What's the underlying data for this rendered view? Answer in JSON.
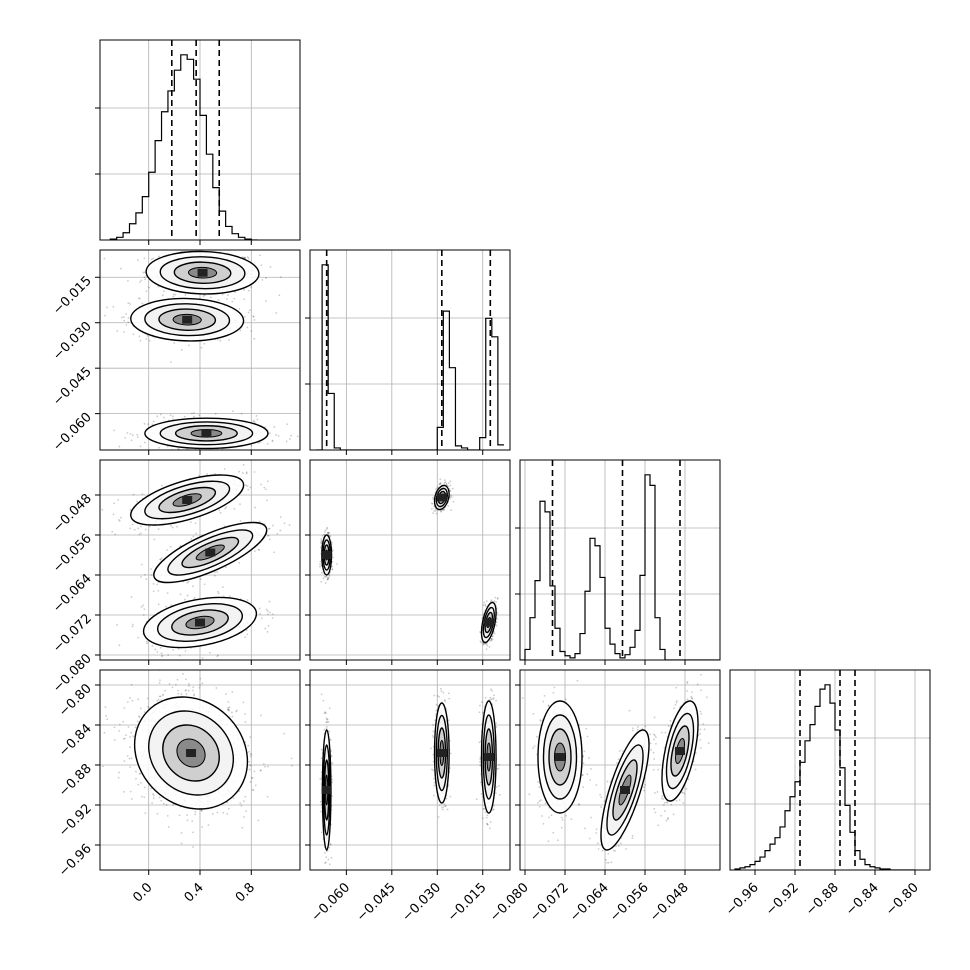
{
  "chart_data": {
    "type": "corner",
    "description_free": true,
    "parameters": 4,
    "grid": true,
    "colors": {
      "axis": "#000000",
      "grid": "#b0b0b0",
      "scatter": "#333333",
      "contour_fill_dark": "#222222"
    },
    "axes_ranges": {
      "p0": [
        -0.38,
        1.18
      ],
      "p1": [
        -0.072,
        -0.006
      ],
      "p2": [
        -0.081,
        -0.041
      ],
      "p3": [
        -0.985,
        -0.785
      ]
    },
    "tick_values": {
      "p0": [
        0.0,
        0.4,
        0.8
      ],
      "p1": [
        -0.06,
        -0.045,
        -0.03,
        -0.015
      ],
      "p2": [
        -0.08,
        -0.072,
        -0.064,
        -0.056,
        -0.048
      ],
      "p3": [
        -0.96,
        -0.92,
        -0.88,
        -0.84,
        -0.8
      ]
    },
    "tick_labels": {
      "p0": [
        "0.0",
        "0.4",
        "0.8"
      ],
      "p1": [
        "−0.060",
        "−0.045",
        "−0.030",
        "−0.015"
      ],
      "p2": [
        "−0.080",
        "−0.072",
        "−0.064",
        "−0.056",
        "−0.048"
      ],
      "p3": [
        "−0.96",
        "−0.92",
        "−0.88",
        "−0.84",
        "−0.80"
      ]
    },
    "quantiles": {
      "p0": [
        0.18,
        0.37,
        0.55
      ],
      "p1": [
        -0.0665,
        -0.0285,
        -0.0125
      ],
      "p2": [
        -0.0745,
        -0.0605,
        -0.049
      ],
      "p3": [
        -0.915,
        -0.875,
        -0.86
      ]
    },
    "histograms": {
      "p0": {
        "bins": [
          -0.3,
          -0.25,
          -0.2,
          -0.15,
          -0.1,
          -0.05,
          0.0,
          0.05,
          0.1,
          0.15,
          0.2,
          0.25,
          0.3,
          0.35,
          0.4,
          0.45,
          0.5,
          0.55,
          0.6,
          0.65,
          0.7,
          0.75,
          0.8,
          0.85,
          0.9,
          0.95,
          1.0,
          1.05
        ],
        "counts": [
          1,
          3,
          8,
          18,
          30,
          48,
          75,
          110,
          142,
          165,
          188,
          205,
          200,
          178,
          138,
          95,
          58,
          32,
          15,
          7,
          3,
          1,
          0
        ]
      },
      "p1": {
        "bins": [
          -0.07,
          -0.068,
          -0.066,
          -0.064,
          -0.062,
          -0.06,
          -0.058,
          -0.056,
          -0.054,
          -0.052,
          -0.05,
          -0.048,
          -0.046,
          -0.044,
          -0.042,
          -0.04,
          -0.038,
          -0.036,
          -0.034,
          -0.032,
          -0.03,
          -0.028,
          -0.026,
          -0.024,
          -0.022,
          -0.02,
          -0.018,
          -0.016,
          -0.014,
          -0.012,
          -0.01,
          -0.008
        ],
        "counts": [
          0,
          180,
          55,
          2,
          0,
          0,
          0,
          0,
          0,
          0,
          0,
          0,
          0,
          0,
          0,
          0,
          0,
          0,
          0,
          0,
          22,
          135,
          80,
          4,
          2,
          0,
          0,
          12,
          128,
          110,
          5
        ]
      },
      "p2": {
        "bins": [
          -0.081,
          -0.08,
          -0.079,
          -0.078,
          -0.077,
          -0.076,
          -0.075,
          -0.074,
          -0.073,
          -0.072,
          -0.071,
          -0.07,
          -0.069,
          -0.068,
          -0.067,
          -0.066,
          -0.065,
          -0.064,
          -0.063,
          -0.062,
          -0.061,
          -0.06,
          -0.059,
          -0.058,
          -0.057,
          -0.056,
          -0.055,
          -0.054,
          -0.053,
          -0.052,
          -0.051,
          -0.05,
          -0.049,
          -0.048,
          -0.047,
          -0.046,
          -0.045,
          -0.044,
          -0.043,
          -0.042,
          -0.041
        ],
        "counts": [
          0,
          10,
          40,
          75,
          150,
          140,
          70,
          30,
          8,
          4,
          2,
          6,
          25,
          65,
          115,
          108,
          78,
          30,
          15,
          6,
          2,
          5,
          12,
          28,
          80,
          175,
          165,
          40,
          10,
          0,
          0,
          0,
          0,
          0,
          0,
          0,
          0,
          0,
          0,
          0
        ]
      },
      "p3": {
        "bins": [
          -0.98,
          -0.975,
          -0.97,
          -0.965,
          -0.96,
          -0.955,
          -0.95,
          -0.945,
          -0.94,
          -0.935,
          -0.93,
          -0.925,
          -0.92,
          -0.915,
          -0.91,
          -0.905,
          -0.9,
          -0.895,
          -0.89,
          -0.885,
          -0.88,
          -0.875,
          -0.87,
          -0.865,
          -0.86,
          -0.855,
          -0.85,
          -0.845,
          -0.84,
          -0.835,
          -0.83,
          -0.825,
          -0.82,
          -0.815,
          -0.81,
          -0.805,
          -0.8
        ],
        "counts": [
          1,
          2,
          3,
          5,
          8,
          12,
          18,
          24,
          30,
          40,
          55,
          68,
          82,
          100,
          120,
          135,
          152,
          168,
          172,
          155,
          130,
          95,
          60,
          35,
          18,
          10,
          5,
          3,
          2,
          1,
          1,
          0,
          0,
          0,
          0,
          0
        ]
      }
    },
    "modes_2d": {
      "p1_vs_p0": [
        {
          "x": 0.42,
          "y": -0.0135,
          "sx": 0.22,
          "sy": 0.0035,
          "rho": -0.05,
          "w": 0.33
        },
        {
          "x": 0.3,
          "y": -0.029,
          "sx": 0.22,
          "sy": 0.0035,
          "rho": -0.05,
          "w": 0.33
        },
        {
          "x": 0.45,
          "y": -0.0665,
          "sx": 0.24,
          "sy": 0.0025,
          "rho": 0.0,
          "w": 0.34
        }
      ],
      "p2_vs_p0": [
        {
          "x": 0.3,
          "y": -0.049,
          "sx": 0.22,
          "sy": 0.0025,
          "rho": 0.6,
          "w": 0.33
        },
        {
          "x": 0.48,
          "y": -0.0595,
          "sx": 0.22,
          "sy": 0.003,
          "rho": 0.75,
          "w": 0.33
        },
        {
          "x": 0.4,
          "y": -0.0735,
          "sx": 0.22,
          "sy": 0.0025,
          "rho": 0.35,
          "w": 0.34
        }
      ],
      "p3_vs_p0": [
        {
          "x": 0.33,
          "y": -0.868,
          "sx": 0.22,
          "sy": 0.028,
          "rho": -0.15,
          "w": 1.0
        }
      ],
      "p2_vs_p1": [
        {
          "x": -0.0285,
          "y": -0.0485,
          "sx": 0.0012,
          "sy": 0.0012,
          "rho": 0.3,
          "w": 0.33
        },
        {
          "x": -0.0665,
          "y": -0.06,
          "sx": 0.0008,
          "sy": 0.002,
          "rho": 0.0,
          "w": 0.33
        },
        {
          "x": -0.013,
          "y": -0.0735,
          "sx": 0.0012,
          "sy": 0.002,
          "rho": 0.5,
          "w": 0.34
        }
      ],
      "p3_vs_p1": [
        {
          "x": -0.0665,
          "y": -0.905,
          "sx": 0.0007,
          "sy": 0.03,
          "rho": 0.0,
          "w": 0.33
        },
        {
          "x": -0.0285,
          "y": -0.868,
          "sx": 0.0012,
          "sy": 0.025,
          "rho": 0.0,
          "w": 0.33
        },
        {
          "x": -0.013,
          "y": -0.872,
          "sx": 0.0012,
          "sy": 0.028,
          "rho": 0.0,
          "w": 0.34
        }
      ],
      "p3_vs_p2": [
        {
          "x": -0.073,
          "y": -0.872,
          "sx": 0.0022,
          "sy": 0.028,
          "rho": 0.0,
          "w": 0.33
        },
        {
          "x": -0.06,
          "y": -0.905,
          "sx": 0.0024,
          "sy": 0.03,
          "rho": 0.75,
          "w": 0.33
        },
        {
          "x": -0.049,
          "y": -0.866,
          "sx": 0.0018,
          "sy": 0.025,
          "rho": 0.55,
          "w": 0.34
        }
      ]
    }
  }
}
